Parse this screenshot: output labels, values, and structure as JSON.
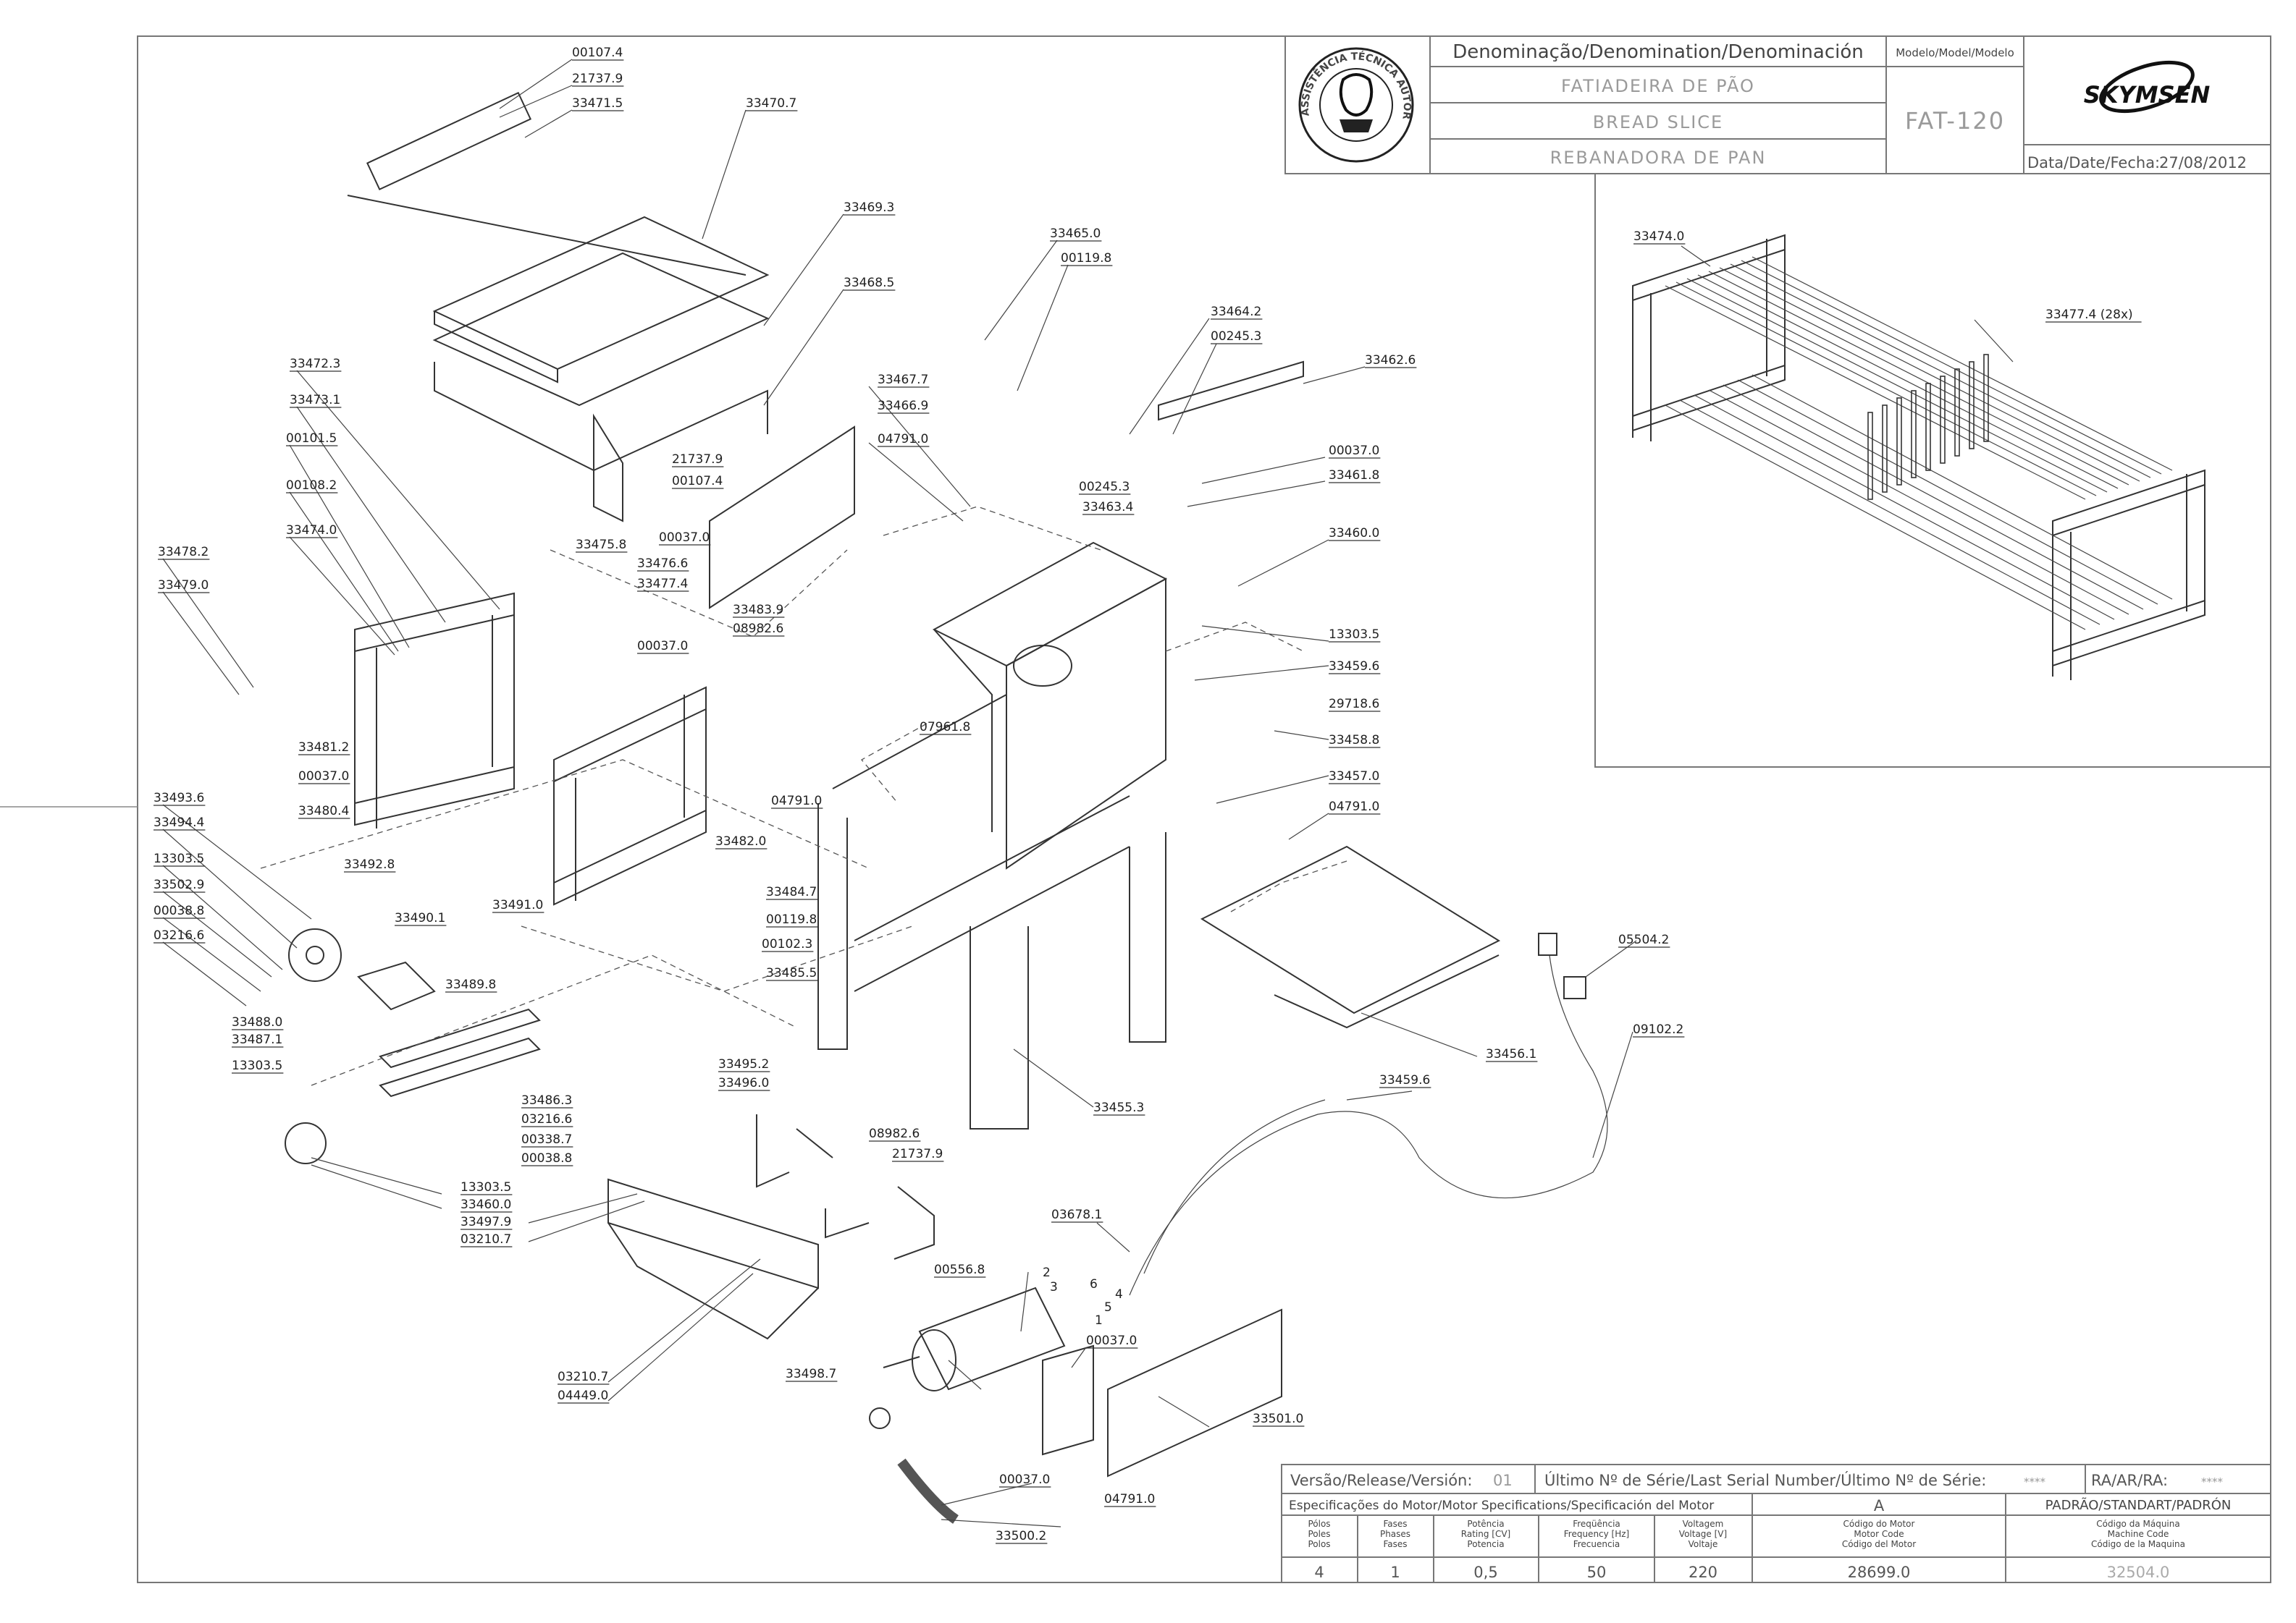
{
  "title_block": {
    "denomination_header": "Denominação/Denomination/Denominación",
    "name_pt": "FATIADEIRA DE PÃO",
    "name_en": "BREAD SLICE",
    "name_es": "REBANADORA DE PAN",
    "model_header": "Modelo/Model/Modelo",
    "model": "FAT-120",
    "brand": "SKYMSEN",
    "date_label": "Data/Date/Fecha:",
    "date": "27/08/2012",
    "seal_text": "ASSISTÊNCIA TÉCNICA AUTORIZADA"
  },
  "bottom_block": {
    "release_label": "Versão/Release/Versión:",
    "release_value": "01",
    "serial_label": "Último Nº de Série/Last Serial Number/Último Nº de Série:",
    "serial_value": "****",
    "ra_label": "RA/AR/RA:",
    "ra_value": "****",
    "motor_spec_label": "Especificações do Motor/Motor Specifications/Specificación del Motor",
    "motor_variant": "A",
    "standard_label": "PADRÃO/STANDART/PADRÓN",
    "columns": [
      {
        "header": [
          "Pólos",
          "Poles",
          "Polos"
        ],
        "value": "4"
      },
      {
        "header": [
          "Fases",
          "Phases",
          "Fases"
        ],
        "value": "1"
      },
      {
        "header": [
          "Potência",
          "Rating [CV]",
          "Potencia"
        ],
        "value": "0,5"
      },
      {
        "header": [
          "Freqüência",
          "Frequency [Hz]",
          "Frecuencia"
        ],
        "value": "50"
      },
      {
        "header": [
          "Voltagem",
          "Voltage [V]",
          "Voltaje"
        ],
        "value": "220"
      },
      {
        "header": [
          "Código do Motor",
          "Motor Code",
          "Código del Motor"
        ],
        "value": "28699.0"
      },
      {
        "header": [
          "Código da Máquina",
          "Machine Code",
          "Código de la Maquina"
        ],
        "value": "32504.0"
      }
    ]
  },
  "part_labels": [
    "00107.4",
    "21737.9",
    "33471.5",
    "33470.7",
    "33469.3",
    "33468.5",
    "33472.3",
    "33473.1",
    "00101.5",
    "00108.2",
    "33474.0",
    "33478.2",
    "33479.0",
    "21737.9",
    "00107.4",
    "00037.0",
    "33475.8",
    "33476.6",
    "33477.4",
    "00037.0",
    "33481.2",
    "00037.0",
    "33480.4",
    "33465.0",
    "00119.8",
    "33467.7",
    "33466.9",
    "04791.0",
    "33464.2",
    "00245.3",
    "33462.6",
    "00245.3",
    "33463.4",
    "00037.0",
    "33461.8",
    "33460.0",
    "13303.5",
    "33459.6",
    "29718.6",
    "33458.8",
    "33457.0",
    "04791.0",
    "33483.9",
    "08982.6",
    "07961.8",
    "04791.0",
    "33482.0",
    "33493.6",
    "33494.4",
    "13303.5",
    "33502.9",
    "00038.8",
    "03216.6",
    "33492.8",
    "33490.1",
    "33491.0",
    "33489.8",
    "33488.0",
    "33487.1",
    "13303.5",
    "33484.7",
    "00119.8",
    "00102.3",
    "33485.5",
    "33486.3",
    "03216.6",
    "00338.7",
    "00038.8",
    "13303.5",
    "33460.0",
    "33497.9",
    "03210.7",
    "33495.2",
    "33496.0",
    "08982.6",
    "21737.9",
    "33455.3",
    "33456.1",
    "05504.2",
    "09102.2",
    "33459.6",
    "03678.1",
    "00556.8",
    "00037.0",
    "33498.7",
    "33501.0",
    "00037.0",
    "04791.0",
    "33500.2",
    "03210.7",
    "04449.0",
    "33474.0",
    "33477.4 (28x)"
  ],
  "wire_numbers": [
    "2",
    "3",
    "6",
    "4",
    "5",
    "1"
  ]
}
